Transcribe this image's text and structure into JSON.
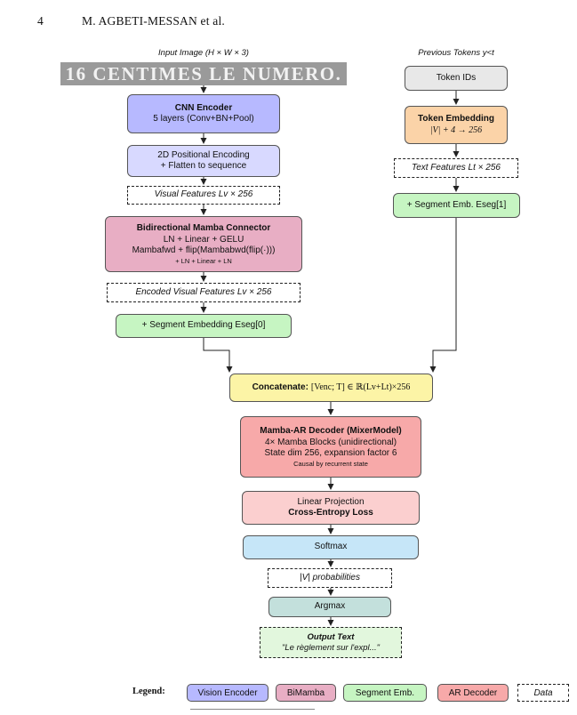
{
  "running_head": {
    "page_number": "4",
    "authors": "M. AGBETI-MESSAN et al."
  },
  "colors": {
    "vision": "#b7b9ff",
    "positional": "#d8d9ff",
    "bimamba": "#e8aec4",
    "segment": "#c6f5c2",
    "token_ids": "#e8e8e8",
    "token_emb": "#fbd3a8",
    "concat": "#fcf4a6",
    "decoder": "#f7a9a9",
    "linear": "#fbcfcf",
    "softmax": "#c6e6f8",
    "argmax": "#c3e0dc",
    "output": "#e2f7dd"
  },
  "diagram": {
    "input_caption": "Input Image (H × W × 3)",
    "input_image_text": "16 CENTIMES LE NUMERO.",
    "prev_tokens_caption": "Previous Tokens y<t",
    "cnn": {
      "title": "CNN Encoder",
      "detail": "5 layers (Conv+BN+Pool)"
    },
    "positional": {
      "line1": "2D Positional Encoding",
      "line2": "+ Flatten to sequence"
    },
    "visual_features": "Visual Features Lv × 256",
    "bimamba": {
      "title": "Bidirectional Mamba Connector",
      "line1": "LN + Linear + GELU",
      "line2": "Mambafwd + flip(Mambabwd(flip(·)))",
      "line3": "+ LN + Linear + LN"
    },
    "encoded_features": "Encoded Visual Features Lv × 256",
    "segment0": "+ Segment Embedding Eseg[0]",
    "token_ids": "Token IDs",
    "token_embedding": {
      "title": "Token Embedding",
      "detail": "|V| + 4 → 256"
    },
    "text_features": "Text Features Lt × 256",
    "segment1": "+ Segment Emb. Eseg[1]",
    "concat": {
      "label": "Concatenate:",
      "formula": "[Venc; T] ∈ ℝ(Lv+Lt)×256"
    },
    "decoder": {
      "title": "Mamba-AR Decoder (MixerModel)",
      "line1": "4× Mamba Blocks (unidirectional)",
      "line2": "State dim 256, expansion factor 6",
      "line3": "Causal by recurrent state"
    },
    "linear": {
      "line1": "Linear Projection",
      "line2": "Cross-Entropy Loss"
    },
    "softmax": "Softmax",
    "probabilities": "|V| probabilities",
    "argmax": "Argmax",
    "output": {
      "title": "Output Text",
      "text": "\"Le règlement sur l'expl...\""
    }
  },
  "legend": {
    "title": "Legend:",
    "items": [
      "Vision Encoder",
      "BiMamba",
      "Segment Emb.",
      "AR Decoder",
      "Data"
    ]
  }
}
